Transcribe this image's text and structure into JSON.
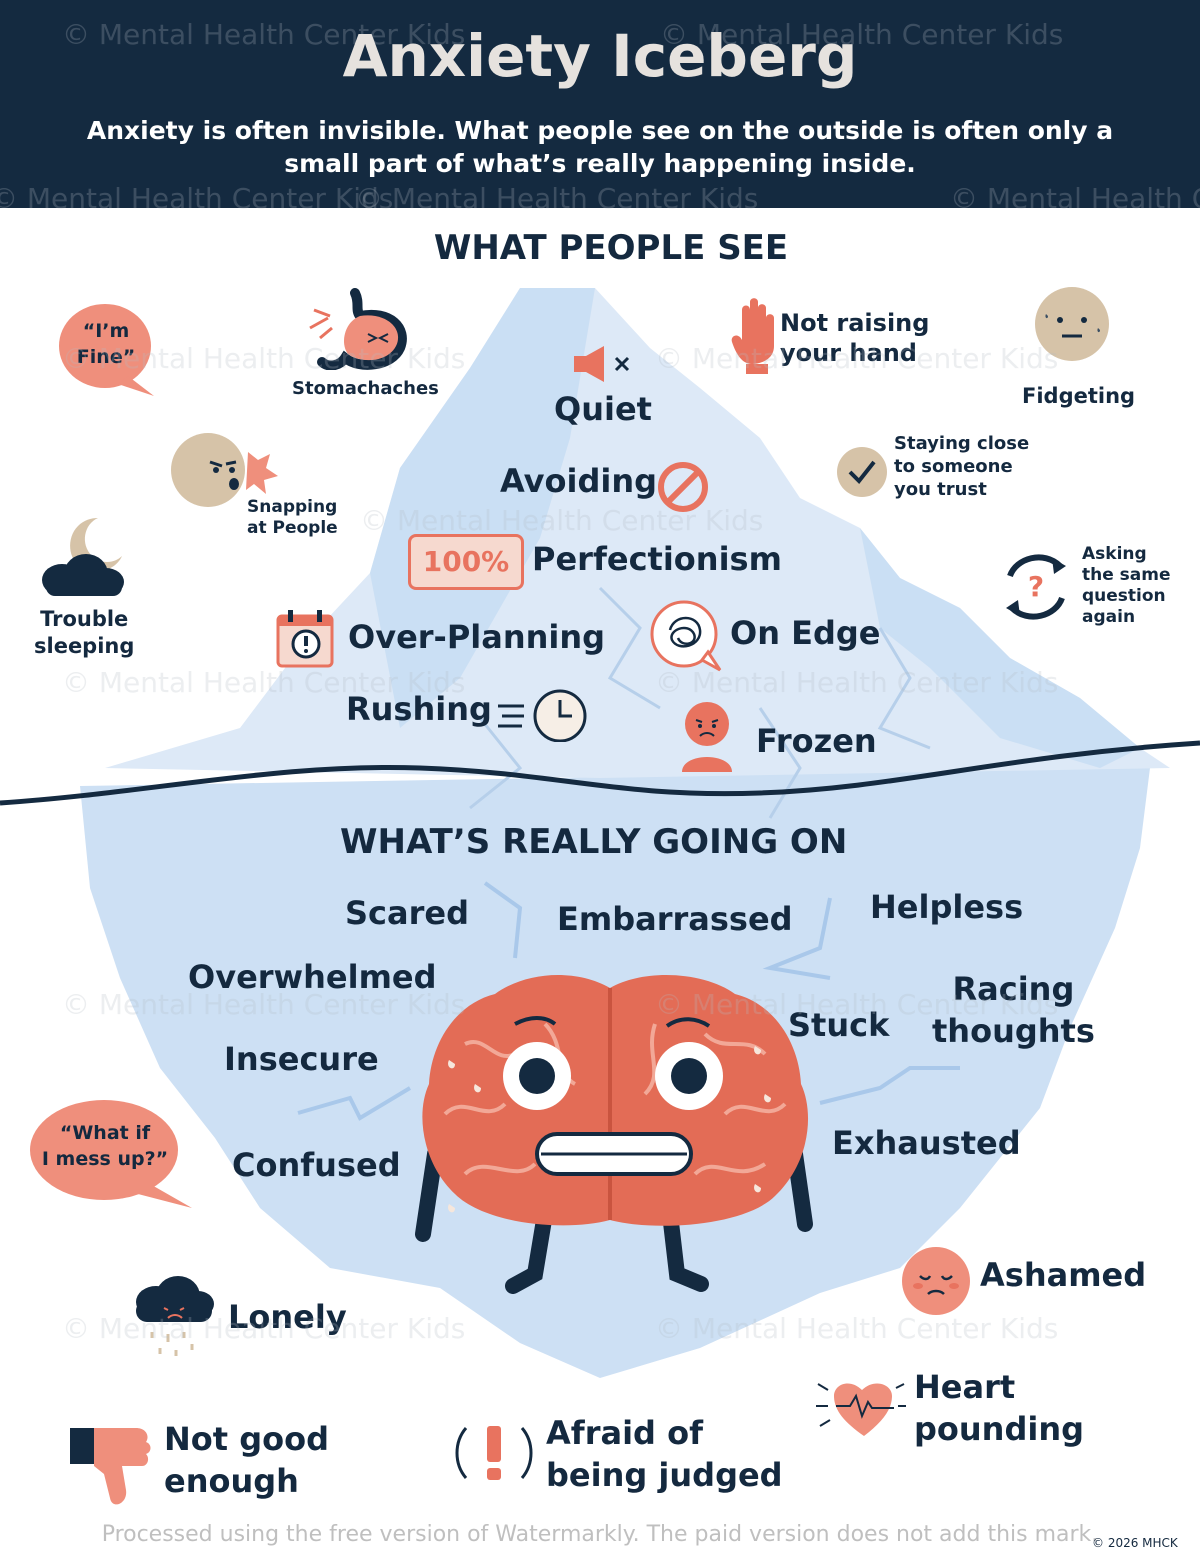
{
  "header": {
    "title": "Anxiety Iceberg",
    "subtitle_line1": "Anxiety is often invisible.  What people see on the outside is often only a",
    "subtitle_line2": "small part of what’s really happening inside."
  },
  "above": {
    "heading": "WHAT PEOPLE SEE",
    "items": {
      "im_fine_1": "“I’m",
      "im_fine_2": "Fine”",
      "stomachaches": "Stomachaches",
      "quiet": "Quiet",
      "not_raising_1": "Not raising",
      "not_raising_2": "your hand",
      "fidgeting": "Fidgeting",
      "snapping_1": "Snapping",
      "snapping_2": "at People",
      "avoiding": "Avoiding",
      "staying_1": "Staying close",
      "staying_2": "to someone",
      "staying_3": "you trust",
      "perfection_badge": "100%",
      "perfectionism": "Perfectionism",
      "trouble_1": "Trouble",
      "trouble_2": "sleeping",
      "asking_1": "Asking",
      "asking_2": "the same",
      "asking_3": "question",
      "asking_4": "again",
      "over_planning": "Over-Planning",
      "on_edge": "On Edge",
      "rushing": "Rushing",
      "frozen": "Frozen"
    }
  },
  "below": {
    "heading": "WHAT’S REALLY GOING ON",
    "items": {
      "scared": "Scared",
      "embarrassed": "Embarrassed",
      "helpless": "Helpless",
      "overwhelmed": "Overwhelmed",
      "racing_1": "Racing",
      "racing_2": "thoughts",
      "stuck": "Stuck",
      "insecure": "Insecure",
      "what_if_1": "“What if",
      "what_if_2": "I mess up?”",
      "confused": "Confused",
      "exhausted": "Exhausted",
      "ashamed": "Ashamed",
      "lonely": "Lonely",
      "heart_1": "Heart",
      "heart_2": "pounding",
      "not_good_1": "Not good",
      "not_good_2": "enough",
      "afraid_1": "Afraid of",
      "afraid_2": "being judged"
    }
  },
  "watermark": {
    "text": "© Mental Health Center Kids",
    "footer": "Processed using the free version of Watermarkly. The paid version does not add this mark."
  },
  "copyright": "© 2026 MHCK",
  "colors": {
    "navy": "#142a40",
    "coral": "#e8735f",
    "salmon": "#f19c88",
    "ice_light": "#dde9f7",
    "ice_mid": "#c6dcf3",
    "water": "#cde0f4",
    "skin": "#d6c3a8"
  }
}
